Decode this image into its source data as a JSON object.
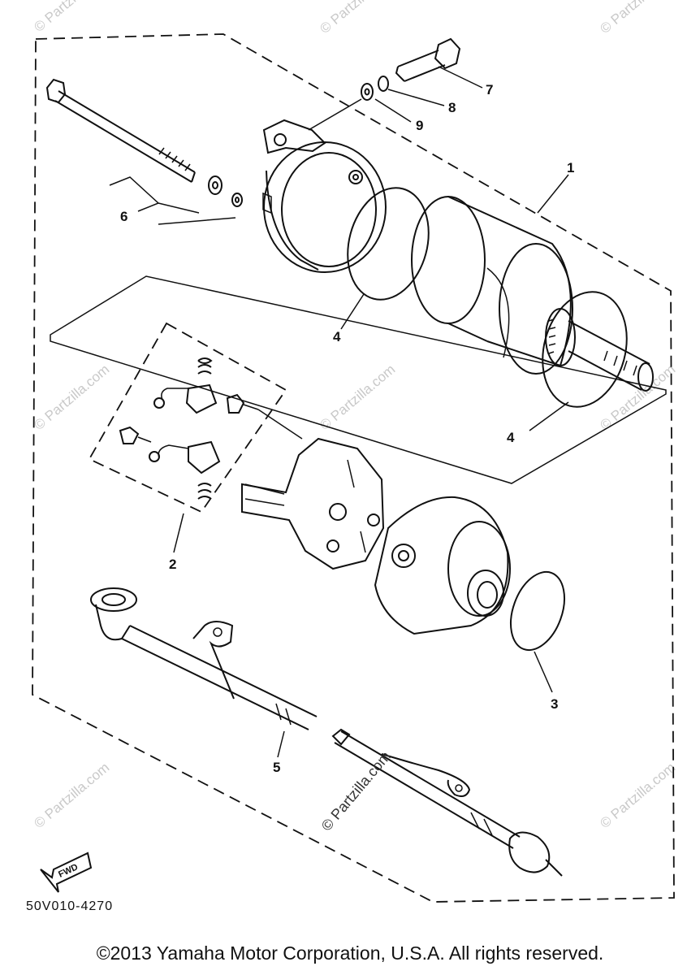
{
  "callouts": {
    "c1": "1",
    "c2": "2",
    "c3": "3",
    "c4a": "4",
    "c4b": "4",
    "c5": "5",
    "c6": "6",
    "c7": "7",
    "c8": "8",
    "c9": "9"
  },
  "fwd_label": "FWD",
  "diagram_code": "50V010-4270",
  "copyright": "©2013 Yamaha Motor Corporation, U.S.A. All rights reserved.",
  "watermark": "© Partzilla.com"
}
